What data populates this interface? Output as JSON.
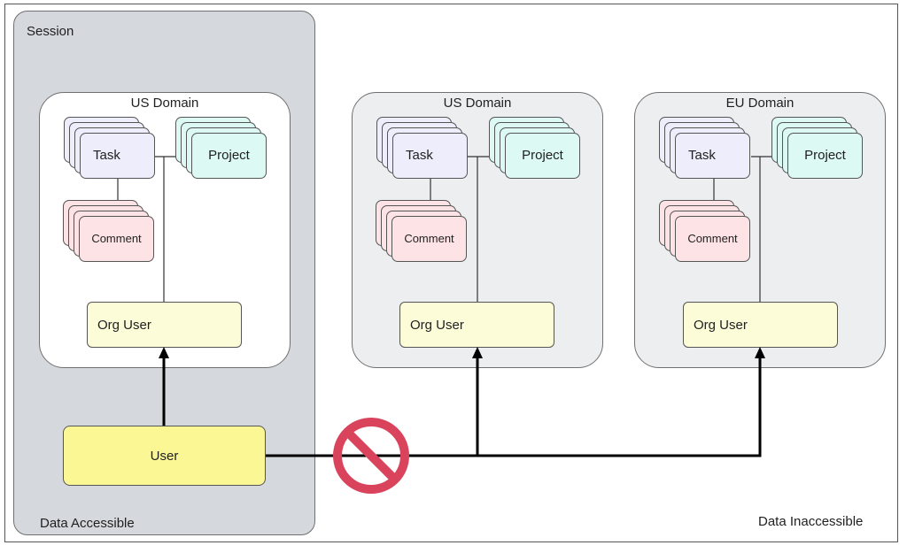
{
  "session": {
    "label": "Session"
  },
  "labels": {
    "accessible": "Data Accessible",
    "inaccessible": "Data Inaccessible"
  },
  "domains": [
    {
      "title": "US Domain",
      "task": "Task",
      "project": "Project",
      "comment": "Comment",
      "org_user": "Org User"
    },
    {
      "title": "US Domain",
      "task": "Task",
      "project": "Project",
      "comment": "Comment",
      "org_user": "Org User"
    },
    {
      "title": "EU Domain",
      "task": "Task",
      "project": "Project",
      "comment": "Comment",
      "org_user": "Org User"
    }
  ],
  "user": {
    "label": "User"
  },
  "colors": {
    "session_bg": "#d5d8dc",
    "task": "#eeedfc",
    "project": "#dcfaf3",
    "comment": "#fde3e5",
    "org_user": "#fdfcd8",
    "user": "#fbf795",
    "blocked": "#d9445c"
  },
  "icons": {
    "blocked": "prohibited-icon"
  }
}
